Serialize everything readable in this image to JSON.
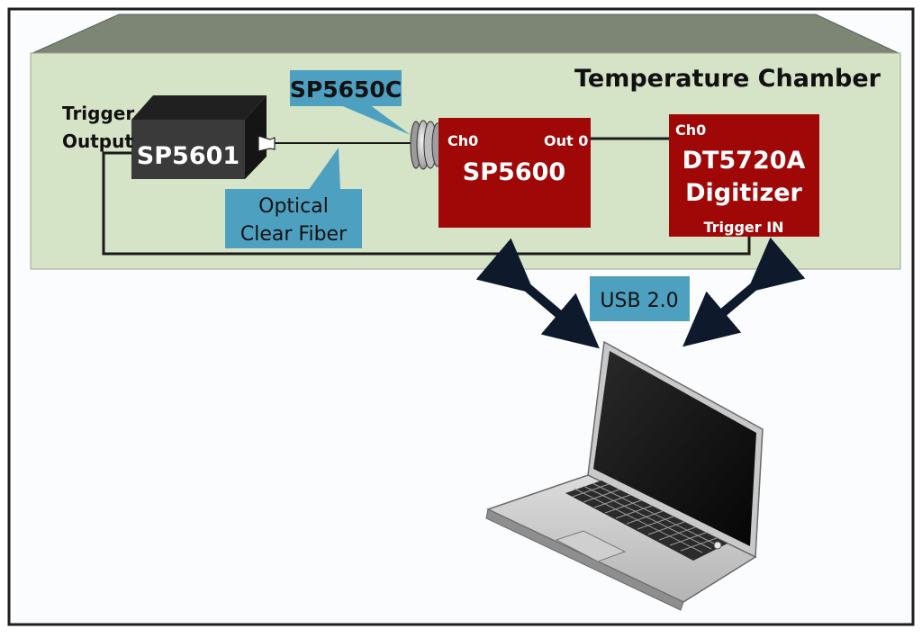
{
  "chamber": {
    "title": "Temperature Chamber"
  },
  "sp5601": {
    "label": "SP5601",
    "trigger_line1": "Trigger",
    "trigger_line2": "Output"
  },
  "sp5650c": {
    "label": "SP5650C"
  },
  "fiber": {
    "line1": "Optical",
    "line2": "Clear Fiber"
  },
  "sp5600": {
    "label": "SP5600",
    "ch0": "Ch0",
    "out0": "Out 0"
  },
  "digitizer": {
    "ch0": "Ch0",
    "line1": "DT5720A",
    "line2": "Digitizer",
    "trigger_in": "Trigger IN"
  },
  "usb": {
    "label": "USB 2.0"
  },
  "colors": {
    "chamber_fill": "#d5e3c6",
    "chamber_top": "#7d8675",
    "module_red": "#a00808",
    "callout_blue": "#4ea0c0",
    "box_dark": "#3a3a3a"
  }
}
